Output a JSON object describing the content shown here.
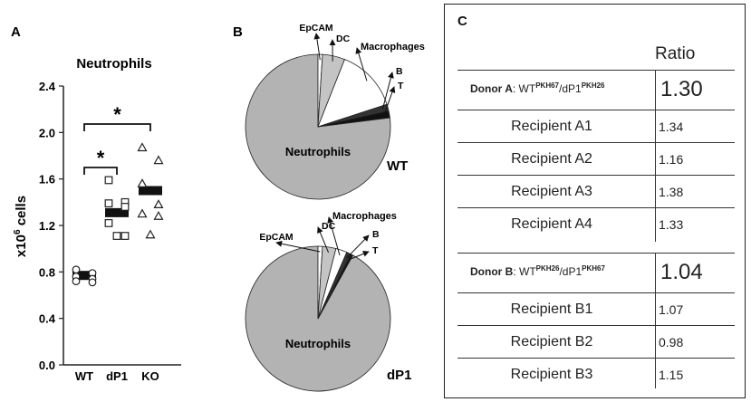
{
  "panel_a": {
    "letter": "A",
    "title": "Neutrophils",
    "ylabel_main": "x10",
    "ylabel_sup": "6",
    "ylabel_tail": " cells",
    "yticks": [
      "0.0",
      "0.4",
      "0.8",
      "1.2",
      "1.6",
      "2.0",
      "2.4"
    ],
    "categories": [
      "WT",
      "dP1",
      "KO"
    ],
    "star": "*"
  },
  "chart_data": [
    {
      "type": "scatter",
      "title": "Neutrophils",
      "ylabel": "x10^6 cells",
      "ylim": [
        0,
        2.4
      ],
      "categories": [
        "WT",
        "dP1",
        "KO"
      ],
      "series": [
        {
          "name": "WT",
          "marker": "circle",
          "values": [
            0.82,
            0.79,
            0.76,
            0.74,
            0.72,
            0.71
          ],
          "mean": 0.77
        },
        {
          "name": "dP1",
          "marker": "square",
          "values": [
            1.59,
            1.4,
            1.39,
            1.36,
            1.22,
            1.11,
            1.11
          ],
          "mean": 1.31
        },
        {
          "name": "KO",
          "marker": "triangle",
          "values": [
            1.87,
            1.76,
            1.56,
            1.38,
            1.3,
            1.28,
            1.12
          ],
          "mean": 1.5
        }
      ],
      "significance": [
        {
          "pair": [
            "WT",
            "dP1"
          ],
          "label": "*"
        },
        {
          "pair": [
            "WT",
            "KO"
          ],
          "label": "*"
        }
      ]
    },
    {
      "type": "pie",
      "group": "WT",
      "categories": [
        "Neutrophils",
        "EpCAM",
        "DC",
        "Macrophages",
        "B",
        "T"
      ],
      "values": [
        77,
        1,
        5,
        14,
        1.5,
        1.5
      ]
    },
    {
      "type": "pie",
      "group": "dP1",
      "categories": [
        "Neutrophils",
        "EpCAM",
        "DC",
        "Macrophages",
        "B",
        "T"
      ],
      "values": [
        92,
        1,
        3,
        2.5,
        1,
        0.5
      ]
    },
    {
      "type": "table",
      "columns": [
        "",
        "Ratio"
      ],
      "rows": [
        [
          "Donor A: WT PKH67 / dP1 PKH26",
          1.3
        ],
        [
          "Recipient A1",
          1.34
        ],
        [
          "Recipient A2",
          1.16
        ],
        [
          "Recipient A3",
          1.38
        ],
        [
          "Recipient A4",
          1.33
        ],
        [
          "Donor B: WT PKH26 / dP1 PKH67",
          1.04
        ],
        [
          "Recipient B1",
          1.07
        ],
        [
          "Recipient B2",
          0.98
        ],
        [
          "Recipient B3",
          1.15
        ]
      ]
    }
  ],
  "panel_b": {
    "letter": "B",
    "neutrophil_color": "#b3b3b3",
    "wt": {
      "group_label": "WT",
      "neutro_label": "Neutrophils",
      "labels": {
        "epcam": "EpCAM",
        "dc": "DC",
        "macro": "Macrophages",
        "b": "B",
        "t": "T"
      }
    },
    "dp1": {
      "group_label": "dP1",
      "neutro_label": "Neutrophils",
      "labels": {
        "epcam": "EpCAM",
        "dc": "DC",
        "macro": "Macrophages",
        "b": "B",
        "t": "T"
      }
    }
  },
  "panel_c": {
    "letter": "C",
    "header": "Ratio",
    "donor_a": {
      "label": "Donor A",
      "sep": ": WT",
      "sup1": "PKH67",
      "mid": "/dP1",
      "sup2": "PKH26",
      "ratio": "1.30"
    },
    "rows_a": [
      {
        "name": "Recipient A1",
        "ratio": "1.34"
      },
      {
        "name": "Recipient A2",
        "ratio": "1.16"
      },
      {
        "name": "Recipient A3",
        "ratio": "1.38"
      },
      {
        "name": "Recipient A4",
        "ratio": "1.33"
      }
    ],
    "donor_b": {
      "label": "Donor B",
      "sep": ": WT",
      "sup1": "PKH26",
      "mid": "/dP1",
      "sup2": "PKH67",
      "ratio": "1.04"
    },
    "rows_b": [
      {
        "name": "Recipient B1",
        "ratio": "1.07"
      },
      {
        "name": "Recipient B2",
        "ratio": "0.98"
      },
      {
        "name": "Recipient B3",
        "ratio": "1.15"
      }
    ]
  }
}
